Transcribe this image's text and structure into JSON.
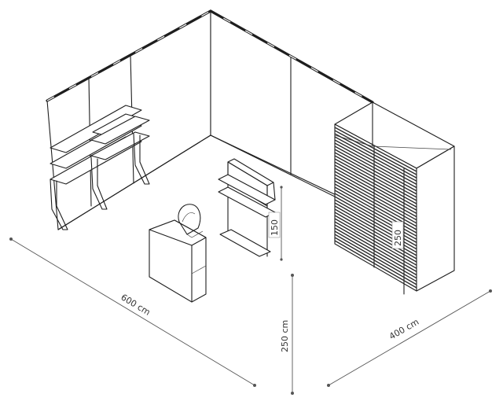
{
  "dimensions": {
    "width_label": "600 cm",
    "depth_label": "400 cm",
    "height_label": "250 cm",
    "shelf_height_label": "150",
    "storage_height_label": "250"
  }
}
